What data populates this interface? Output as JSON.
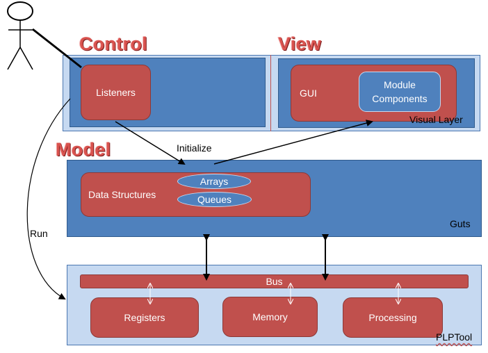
{
  "headings": {
    "control": "Control",
    "view": "View",
    "model": "Model"
  },
  "control": {
    "listeners": "Listeners"
  },
  "view": {
    "gui": "GUI",
    "module_components_line1": "Module",
    "module_components_line2": "Components",
    "visual_layer": "Visual Layer"
  },
  "model": {
    "data_structures": "Data Structures",
    "arrays": "Arrays",
    "queues": "Queues",
    "guts": "Guts"
  },
  "plptool": {
    "bus": "Bus",
    "registers": "Registers",
    "memory": "Memory",
    "processing": "Processing",
    "name": "PLPTool"
  },
  "arrows": {
    "initialize": "Initialize",
    "run": "Run"
  },
  "colors": {
    "light_panel": "#c6d9f1",
    "blue_panel": "#4f81bd",
    "red_box": "#c0504d",
    "heading_red": "#d9534f"
  }
}
